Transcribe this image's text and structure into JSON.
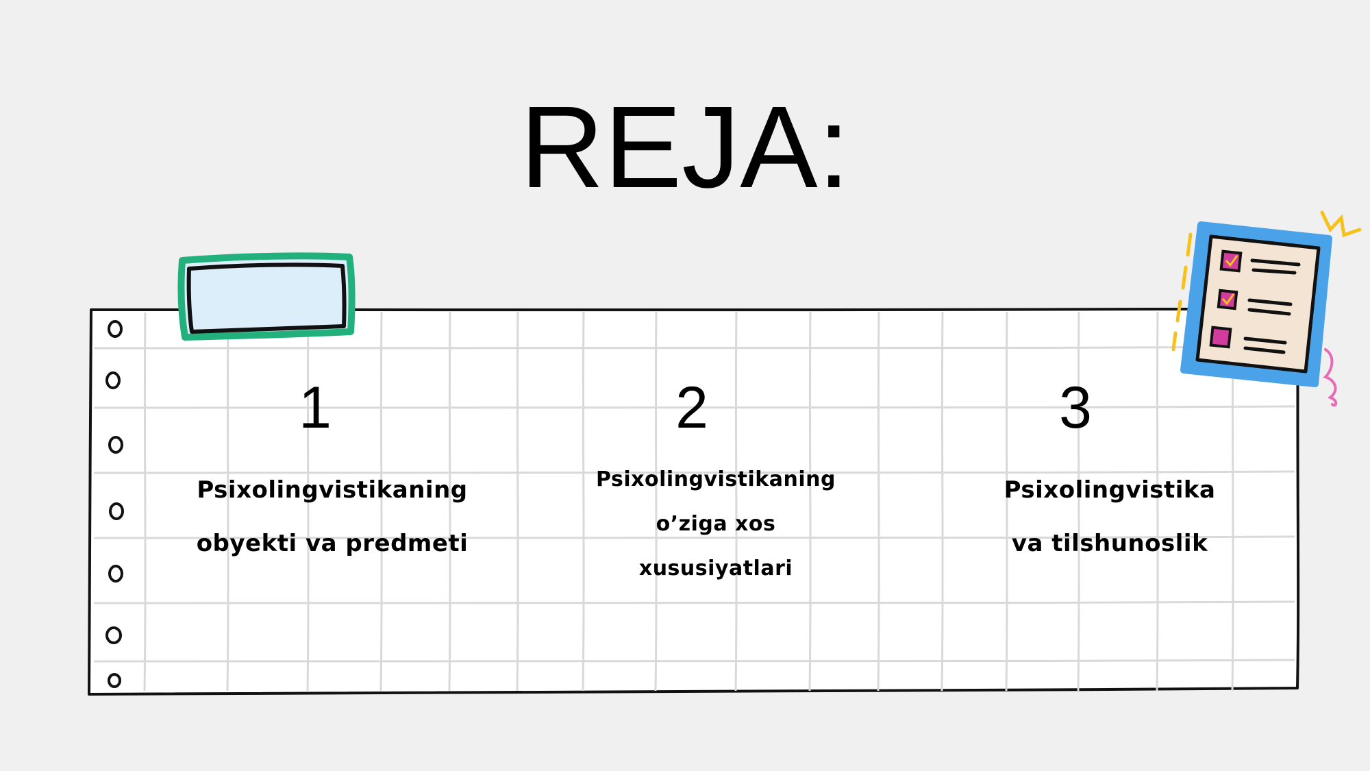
{
  "title": "REJA:",
  "items": [
    {
      "number": "1",
      "text": "Psixolingvistikaning\nobyekti va predmeti"
    },
    {
      "number": "2",
      "text": "Psixolingvistikaning\no’ziga xos\nxususiyatlari"
    },
    {
      "number": "3",
      "text": "Psixolingvistika\nva tilshunoslik"
    }
  ],
  "colors": {
    "background": "#f1f0f0",
    "paper": "#ffffff",
    "grid": "#d9d9d9",
    "tag_border": "#22b07d",
    "tag_fill": "#dceefa",
    "clipboard_frame": "#4aa3e8",
    "clipboard_paper": "#f3e4d3",
    "checkbox": "#d23c9d",
    "accent_yellow": "#f5c21b",
    "accent_pink": "#e76ab7"
  },
  "icons": [
    "binder-hole-icon",
    "checklist-clipboard-icon",
    "sparkle-icon",
    "squiggle-icon"
  ]
}
